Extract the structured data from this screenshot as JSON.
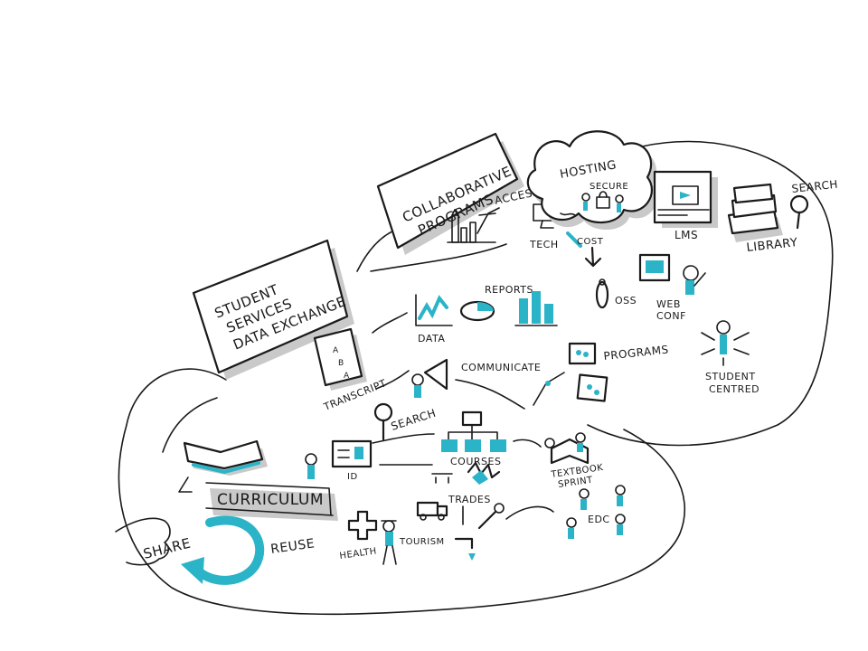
{
  "colors": {
    "ink": "#1a1a1a",
    "accent": "#2bb3c8",
    "shadow": "#c9c9c9",
    "background": "#ffffff"
  },
  "labels": {
    "collaborative_programs": [
      "COLLABORATIVE",
      "PROGRAMS"
    ],
    "student_services": [
      "STUDENT",
      "SERVICES",
      "DATA EXCHANGE"
    ],
    "access": "ACCESS",
    "hosting": "HOSTING",
    "secure": "SECURE",
    "tech": "TECH",
    "cost": "COST",
    "lms": "LMS",
    "library": "LIBRARY",
    "search_top": "SEARCH",
    "oss": "OSS",
    "web_conf": [
      "WEB",
      "CONF"
    ],
    "reports": "REPORTS",
    "data": "DATA",
    "student_centred": [
      "STUDENT",
      "CENTRED"
    ],
    "transcript": "TRANSCRIPT",
    "communicate": "COMMUNICATE",
    "programs": "PROGRAMS",
    "search_mid": "SEARCH",
    "courses": "COURSES",
    "id": "ID",
    "textbook_sprint": [
      "TEXTBOOK",
      "SPRINT"
    ],
    "curriculum": "CURRICULUM",
    "trades": "TRADES",
    "edc": "EDC",
    "share": "SHARE",
    "reuse": "REUSE",
    "health": "HEALTH",
    "tourism": "TOURISM",
    "transcript_letters": [
      "A",
      "B",
      "A"
    ]
  },
  "icons": [
    "cloud-icon",
    "lms-window-icon",
    "books-icon",
    "magnifier-icon",
    "presenter-icon",
    "bar-chart-icon",
    "pie-chart-icon",
    "cylinder-chart-icon",
    "megaphone-icon",
    "hierarchy-icon",
    "open-book-icon",
    "recycle-arrow-icon",
    "hand-icon",
    "health-cross-icon",
    "truck-icon",
    "wrench-icon",
    "faucet-icon",
    "person-icon",
    "id-card-icon",
    "transcript-icon",
    "lock-icon",
    "computer-icon"
  ]
}
